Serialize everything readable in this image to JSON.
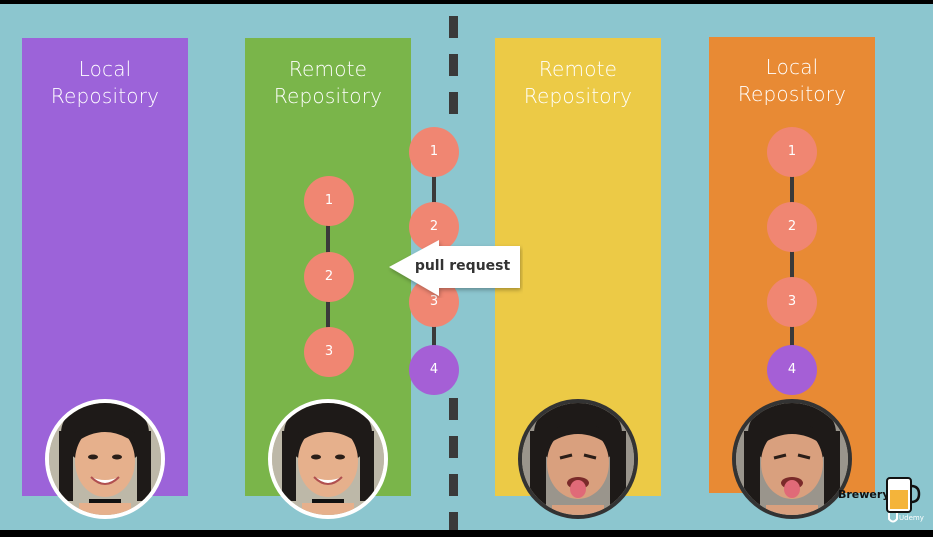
{
  "columns": [
    {
      "title_line1": "Local",
      "title_line2": "Repository",
      "color": "#9c63d9"
    },
    {
      "title_line1": "Remote",
      "title_line2": "Repository",
      "color": "#7ab54a"
    },
    {
      "title_line1": "Remote",
      "title_line2": "Repository",
      "color": "#ecca46"
    },
    {
      "title_line1": "Local",
      "title_line2": "Repository",
      "color": "#e88a34"
    }
  ],
  "nodes": {
    "remote_left": [
      "1",
      "2",
      "3"
    ],
    "transfer": [
      "1",
      "2",
      "3",
      "4"
    ],
    "local_right": [
      "1",
      "2",
      "3",
      "4"
    ]
  },
  "callout": {
    "label": "pull request"
  },
  "brand": {
    "name": "Brewery",
    "sub": "Udemy"
  },
  "colors": {
    "background": "#8cc6cf",
    "commit": "#f08672",
    "new_commit": "#a55fd6",
    "connector": "#3a3a3a"
  },
  "icons": [
    "left-arrow-icon",
    "beer-mug-icon",
    "udemy-u-icon",
    "avatar-smiling",
    "avatar-tongue-out"
  ]
}
